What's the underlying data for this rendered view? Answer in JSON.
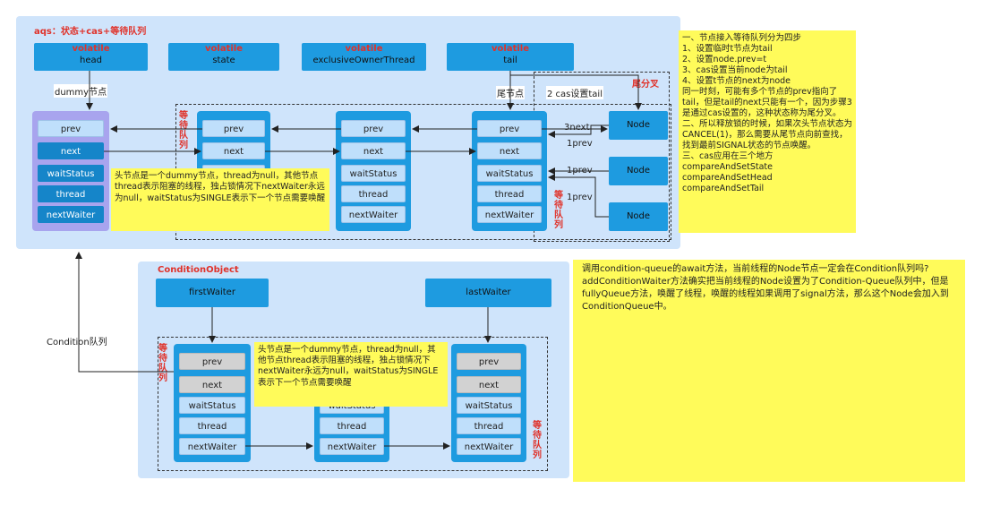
{
  "aqs": {
    "title": "aqs：状态+cas+等待队列",
    "headers": [
      {
        "kw": "volatile",
        "name": "head"
      },
      {
        "kw": "volatile",
        "name": "state"
      },
      {
        "kw": "volatile",
        "name": "exclusiveOwnerThread"
      },
      {
        "kw": "volatile",
        "name": "tail"
      }
    ],
    "dummy_label": "dummy节点",
    "tail_label": "尾节点",
    "cas_tail_label": "2 cas设置tail",
    "fork_label": "尾分叉",
    "wait_queue_label": "等待队列",
    "fields": [
      "prev",
      "next",
      "waitStatus",
      "thread",
      "nextWaiter"
    ],
    "node_label": "Node",
    "arrow_labels": [
      "3next",
      "1prev",
      "1prev",
      "1prev"
    ],
    "note": "头节点是一个dummy节点，thread为null，其他节点thread表示阻塞的线程，独占锁情况下nextWaiter永远为null，waitStatus为SINGLE表示下一个节点需要唤醒"
  },
  "right_note": {
    "lines": [
      "一、节点接入等待队列分为四步",
      "1、设置临时t节点为tail",
      "2、设置node.prev=t",
      "3、cas设置当前node为tail",
      "4、设置t节点的next为node",
      "同一时刻，可能有多个节点的prev指向了tail，但是tail的next只能有一个，因为步骤3是通过cas设置的，这种状态称为尾分叉。",
      "二、所以释放锁的时候，如果次头节点状态为CANCEL(1)，那么需要从尾节点向前查找，找到最前SIGNAL状态的节点唤醒。",
      "三、cas应用在三个地方",
      "compareAndSetState",
      "compareAndSetHead",
      "compareAndSetTail"
    ]
  },
  "condition": {
    "title": "ConditionObject",
    "first_waiter": "firstWaiter",
    "last_waiter": "lastWaiter",
    "queue_label": "Condition队列",
    "wait_queue_label": "等待队列",
    "fields": [
      "prev",
      "next",
      "waitStatus",
      "thread",
      "nextWaiter"
    ],
    "note": "头节点是一个dummy节点，thread为null，其他节点thread表示阻塞的线程，独占锁情况下nextWaiter永远为null，waitStatus为SINGLE表示下一个节点需要唤醒"
  },
  "bottom_note": "调用condition-queue的await方法，当前线程的Node节点一定会在Condition队列吗?addConditionWaiter方法确实把当前线程的Node设置为了Condition-Queue队列中，但是fullyQueue方法，唤醒了线程，唤醒的线程如果调用了signal方法，那么这个Node会加入到ConditionQueue中。"
}
